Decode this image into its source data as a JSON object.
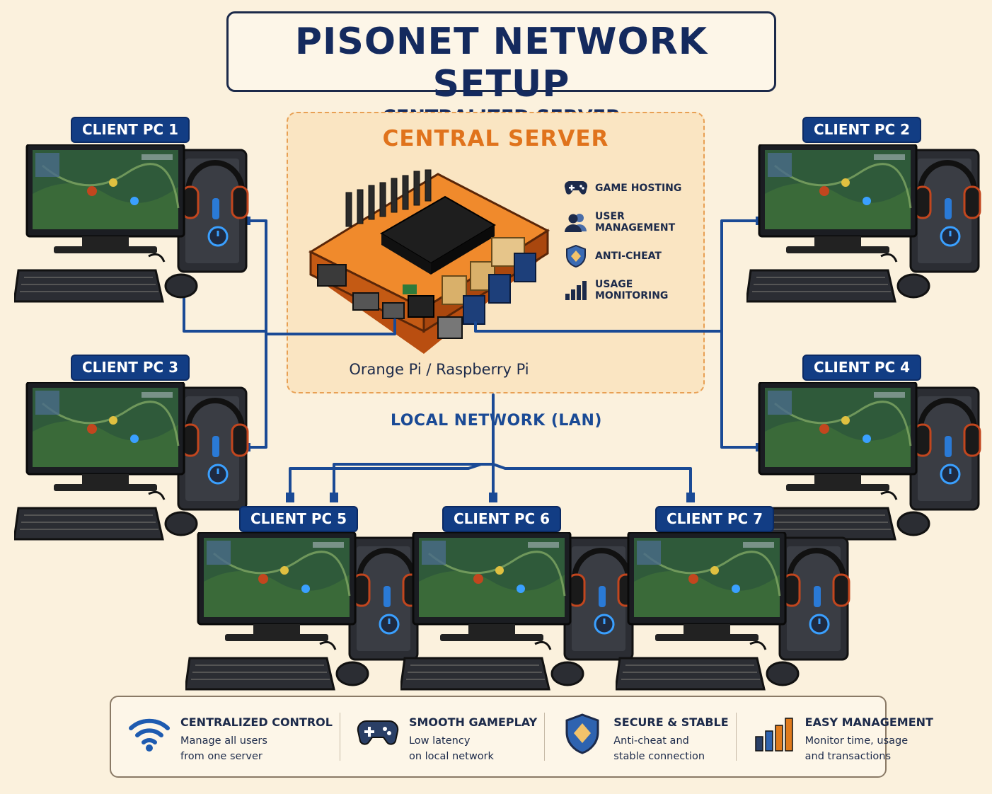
{
  "header": {
    "title": "PISONET NETWORK SETUP",
    "subtitle": "CENTRALIZED SERVER"
  },
  "server": {
    "title": "CENTRAL SERVER",
    "caption": "Orange Pi / Raspberry Pi",
    "features": [
      {
        "label": "GAME HOSTING",
        "icon": "gamepad-icon"
      },
      {
        "label": "USER MANAGEMENT",
        "icon": "users-icon"
      },
      {
        "label": "ANTI-CHEAT",
        "icon": "shield-icon"
      },
      {
        "label": "USAGE MONITORING",
        "icon": "bar-chart-icon"
      }
    ]
  },
  "network": {
    "label": "LOCAL NETWORK (LAN)"
  },
  "clients": [
    {
      "label": "CLIENT PC 1"
    },
    {
      "label": "CLIENT PC 2"
    },
    {
      "label": "CLIENT PC 3"
    },
    {
      "label": "CLIENT PC 4"
    },
    {
      "label": "CLIENT PC 5"
    },
    {
      "label": "CLIENT PC 6"
    },
    {
      "label": "CLIENT PC 7"
    }
  ],
  "footer": [
    {
      "title": "CENTRALIZED CONTROL",
      "line1": "Manage all users",
      "line2": "from one server",
      "icon": "wifi-icon"
    },
    {
      "title": "SMOOTH GAMEPLAY",
      "line1": "Low latency",
      "line2": "on local network",
      "icon": "gamepad-icon"
    },
    {
      "title": "SECURE & STABLE",
      "line1": "Anti-cheat and",
      "line2": "stable connection",
      "icon": "shield-icon"
    },
    {
      "title": "EASY MANAGEMENT",
      "line1": "Monitor time, usage",
      "line2": "and transactions",
      "icon": "bar-chart-icon"
    }
  ],
  "colors": {
    "background": "#fbf1dd",
    "navy": "#123d84",
    "orange": "#e0731c",
    "wire": "#1a4a95"
  }
}
